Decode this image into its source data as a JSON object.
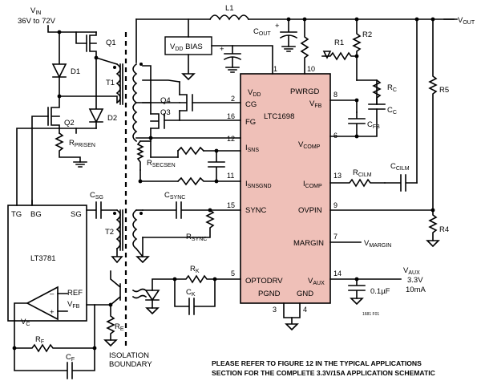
{
  "chip_main": {
    "name": "LTC1698",
    "pins_left": [
      {
        "num": "2",
        "label": "CG"
      },
      {
        "num": "16",
        "label": "FG"
      },
      {
        "num": "12",
        "label": "I",
        "sub": "SNS"
      },
      {
        "num": "11",
        "label": "I",
        "sub": "SNSGND"
      },
      {
        "num": "15",
        "label": "SYNC"
      },
      {
        "num": "5",
        "label": "OPTODRV"
      }
    ],
    "pins_right": [
      {
        "num": "8",
        "label": "V",
        "sub": "FB"
      },
      {
        "num": "6",
        "label": "V",
        "sub": "COMP"
      },
      {
        "num": "13",
        "label": "I",
        "sub": "COMP"
      },
      {
        "num": "9",
        "label": "OVPIN"
      },
      {
        "num": "7",
        "label": "MARGIN"
      },
      {
        "num": "14",
        "label": "V",
        "sub": "AUX"
      }
    ],
    "pins_top": [
      {
        "num": "1",
        "label": "V",
        "sub": "DD"
      },
      {
        "num": "10",
        "label": "PWRGD"
      }
    ],
    "pins_bottom": [
      {
        "num": "3",
        "label": "PGND"
      },
      {
        "num": "4",
        "label": "GND"
      }
    ]
  },
  "chip_ctrl": {
    "name": "LT3781",
    "pins": {
      "tg": "TG",
      "bg": "BG",
      "sg": "SG",
      "ref": "REF",
      "vfb": "V",
      "vfb_sub": "FB",
      "vc": "V",
      "vc_sub": "C"
    }
  },
  "bias_box": {
    "label": "V",
    "sub": "DD",
    "suffix": " BIAS"
  },
  "input": {
    "label": "V",
    "sub": "IN",
    "range": "36V to 72V"
  },
  "output": {
    "label": "V",
    "sub": "OUT"
  },
  "components": {
    "l1": "L1",
    "q1": "Q1",
    "q2": "Q2",
    "q3": "Q3",
    "q4": "Q4",
    "d1": "D1",
    "d2": "D2",
    "t1": "T1",
    "t2": "T2",
    "r1": "R1",
    "r2": "R2",
    "r4": "R4",
    "r5": "R5",
    "rc": "R",
    "rc_sub": "C",
    "cc": "C",
    "cc_sub": "C",
    "cfb": "C",
    "cfb_sub": "FB",
    "cout": "C",
    "cout_sub": "OUT",
    "rcilm": "R",
    "rcilm_sub": "CILM",
    "ccilm": "C",
    "ccilm_sub": "CILM",
    "rsecsen": "R",
    "rsecsen_sub": "SECSEN",
    "rprisen": "R",
    "rprisen_sub": "PRISEN",
    "csg": "C",
    "csg_sub": "SG",
    "csync": "C",
    "csync_sub": "SYNC",
    "rsync": "R",
    "rsync_sub": "SYNC",
    "rk": "R",
    "rk_sub": "K",
    "ck": "C",
    "ck_sub": "K",
    "re": "R",
    "re_sub": "E",
    "rf": "R",
    "rf_sub": "F",
    "cf": "C",
    "cf_sub": "F"
  },
  "margin": {
    "label": "V",
    "sub": "MARGIN"
  },
  "aux": {
    "label": "V",
    "sub": "AUX",
    "v": "3.3V",
    "i": "10mA",
    "cap": "0.1µF"
  },
  "isolation": {
    "line1": "ISOLATION",
    "line2": "BOUNDARY"
  },
  "note": {
    "line1": "PLEASE REFER TO FIGURE 12 IN THE TYPICAL APPLICATIONS",
    "line2": "SECTION FOR THE COMPLETE 3.3V/15A APPLICATION SCHEMATIC"
  },
  "fig_id": "1681 F01",
  "colors": {
    "chip_fill": "#efc0b8",
    "wire": "#000000",
    "background": "#ffffff"
  }
}
